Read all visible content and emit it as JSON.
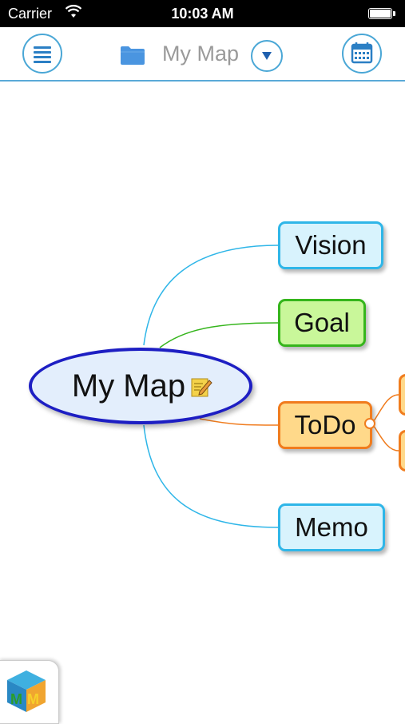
{
  "status_bar": {
    "carrier": "Carrier",
    "time": "10:03 AM"
  },
  "toolbar": {
    "title": "My Map"
  },
  "map": {
    "central": "My Map",
    "branches": [
      {
        "label": "Vision",
        "color": "#2fb6e8"
      },
      {
        "label": "Goal",
        "color": "#35b51c"
      },
      {
        "label": "ToDo",
        "color": "#f07c1e"
      },
      {
        "label": "Memo",
        "color": "#2fb6e8"
      }
    ]
  },
  "icons": {
    "menu": "menu-icon",
    "folder": "folder-icon",
    "dropdown": "chevron-down-icon",
    "calendar": "calendar-icon",
    "note": "note-icon",
    "app_logo": "app-logo-icon"
  }
}
